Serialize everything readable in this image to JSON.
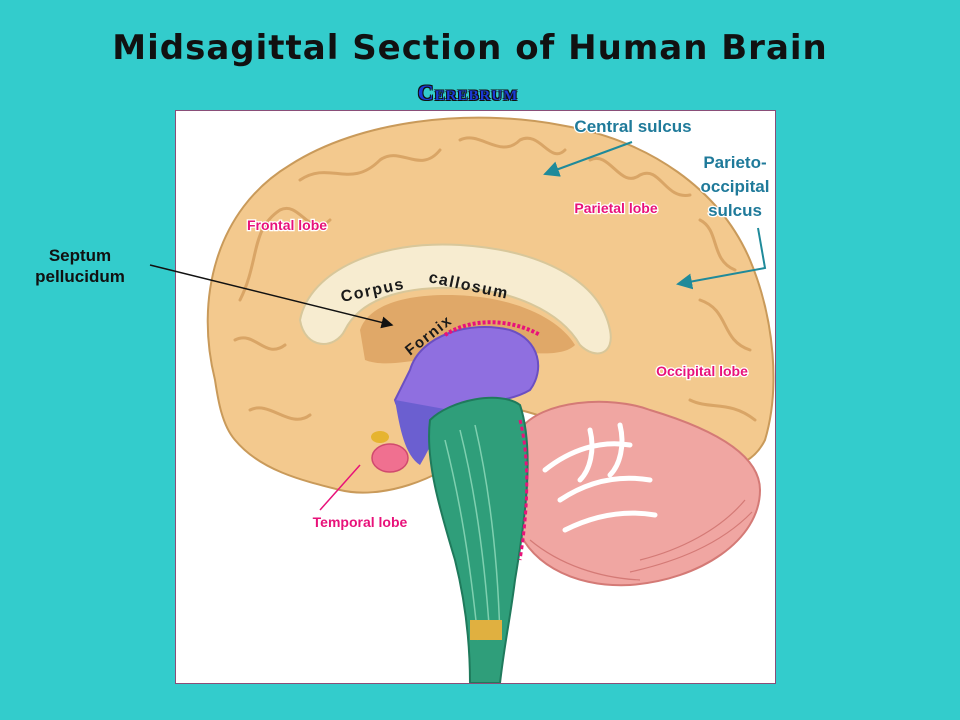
{
  "title": "Midsagittal Section of Human Brain",
  "subtitle": "Cerebrum",
  "labels": {
    "septum_line1": "Septum",
    "septum_line2": "pellucidum",
    "central_sulcus": "Central sulcus",
    "parieto_line1": "Parieto-",
    "parieto_line2": "occipital",
    "parieto_line3": "sulcus",
    "frontal_lobe": "Frontal lobe",
    "parietal_lobe": "Parietal lobe",
    "occipital_lobe": "Occipital lobe",
    "temporal_lobe": "Temporal lobe",
    "corpus": "Corpus",
    "callosum": "callosum",
    "fornix": "Fornix"
  },
  "colors": {
    "background": "#33cccc",
    "cortex": "#f3c98e",
    "corpus_callosum": "#f7ecd0",
    "thalamus": "#8f6fe0",
    "brainstem": "#2f9e7a",
    "cerebellum": "#f0a6a2",
    "lobe_label": "#e8127a",
    "sulcus_label": "#1f7a9a",
    "subtitle": "#1a3bd6"
  }
}
